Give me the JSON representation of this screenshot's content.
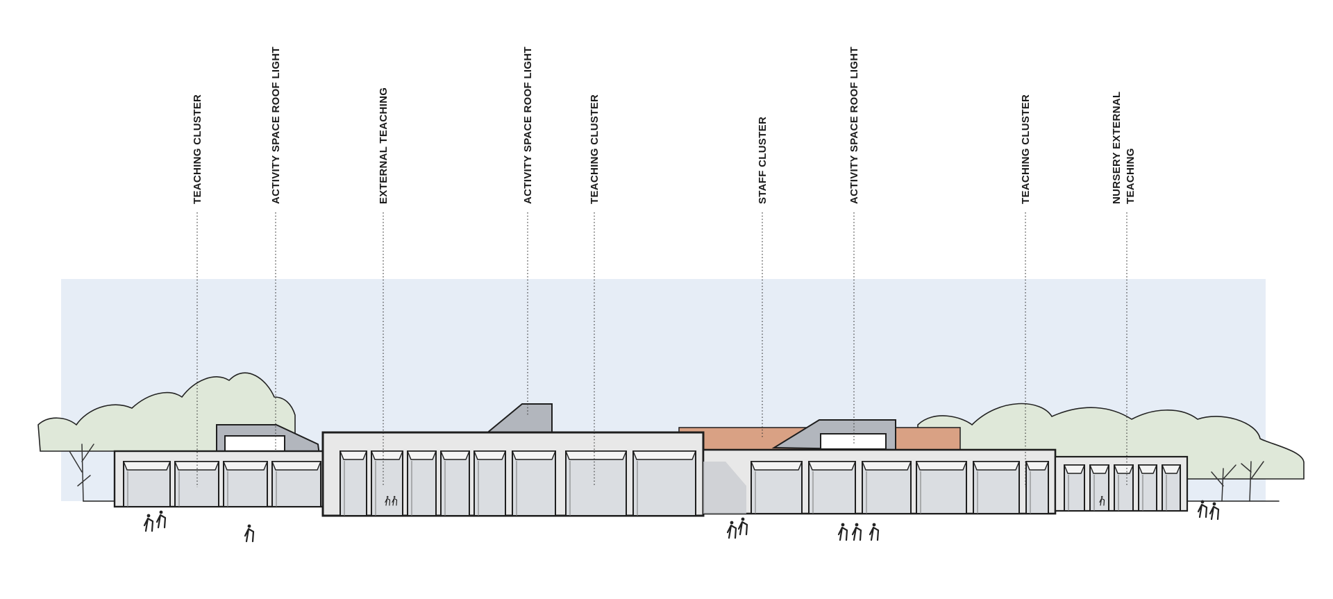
{
  "labels": [
    {
      "id": "teaching-cluster-1",
      "line1": "TEACHING CLUSTER",
      "line2": ""
    },
    {
      "id": "activity-roof-light-1",
      "line1": "ACTIVITY SPACE ROOF LIGHT",
      "line2": ""
    },
    {
      "id": "external-teaching",
      "line1": "EXTERNAL TEACHING",
      "line2": ""
    },
    {
      "id": "activity-roof-light-2",
      "line1": "ACTIVITY SPACE ROOF LIGHT",
      "line2": ""
    },
    {
      "id": "teaching-cluster-2",
      "line1": "TEACHING CLUSTER",
      "line2": ""
    },
    {
      "id": "staff-cluster",
      "line1": "STAFF CLUSTER",
      "line2": ""
    },
    {
      "id": "activity-roof-light-3",
      "line1": "ACTIVITY SPACE ROOF LIGHT",
      "line2": ""
    },
    {
      "id": "teaching-cluster-3",
      "line1": "TEACHING CLUSTER",
      "line2": ""
    },
    {
      "id": "nursery-external-teaching",
      "line1": "NURSERY EXTERNAL",
      "line2": "TEACHING"
    }
  ],
  "colors": {
    "sky": "#e6edf6",
    "foliage": "#dfe8d9",
    "wall": "#e8e8e8",
    "roof_light": "#b2b6bd",
    "glazing": "#dadde1",
    "cladding": "#d9a184",
    "ink": "#1e1e1e"
  }
}
